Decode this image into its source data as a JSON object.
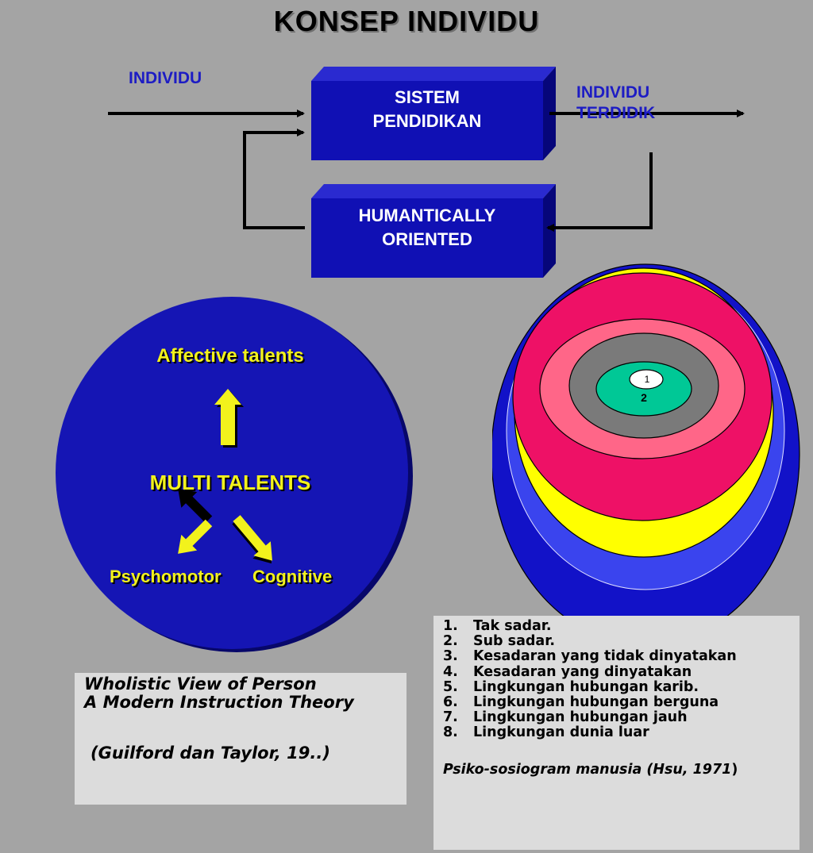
{
  "title": "KONSEP INDIVIDU",
  "flow": {
    "input_label": "INDIVIDU",
    "output_label_line1": "INDIVIDU",
    "output_label_line2": "TERDIDIK",
    "system_box_line1": "SISTEM",
    "system_box_line2": "PENDIDIKAN",
    "feedback_box_line1": "HUMANTICALLY",
    "feedback_box_line2": "ORIENTED"
  },
  "talents": {
    "top": "Affective talents",
    "center": "MULTI TALENTS",
    "left": "Psychomotor",
    "right": "Cognitive"
  },
  "wholistic_caption": {
    "line1": "Wholistic View of Person",
    "line2": "A Modern Instruction Theory",
    "citation": "(Guilford dan Taylor, 19..)"
  },
  "psychosociogram": {
    "ring_numbers": [
      "1",
      "2"
    ],
    "ring_colors": [
      "#1212c8",
      "#3a44ee",
      "#ffff00",
      "#ee1166",
      "#ff6688",
      "#7a7a7a",
      "#00c896",
      "#ffffff"
    ],
    "legend": [
      {
        "num": "1.",
        "text": "Tak sadar."
      },
      {
        "num": "2.",
        "text": "Sub sadar."
      },
      {
        "num": "3.",
        "text": "Kesadaran yang tidak dinyatakan"
      },
      {
        "num": "4.",
        "text": "Kesadaran yang dinyatakan"
      },
      {
        "num": "5.",
        "text": "Lingkungan hubungan karib."
      },
      {
        "num": "6.",
        "text": "Lingkungan hubungan berguna"
      },
      {
        "num": "7.",
        "text": "Lingkungan hubungan jauh"
      },
      {
        "num": "8.",
        "text": "Lingkungan dunia luar"
      }
    ],
    "citation_main": "Psiko-sosiogram manusia (Hsu, 1971",
    "citation_end": ")"
  },
  "colors": {
    "background": "#a4a4a4",
    "box_blue": "#1010b4",
    "label_blue": "#1d1cc4",
    "talent_yellow": "#f2f21c",
    "caption_gray": "#dcdcdc"
  }
}
